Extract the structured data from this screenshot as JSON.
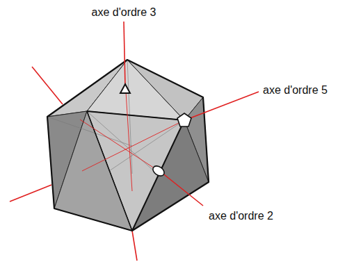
{
  "diagram": {
    "labels": [
      "axe d'ordre 3",
      "axe d'ordre 5",
      "axe d'ordre 2"
    ]
  }
}
